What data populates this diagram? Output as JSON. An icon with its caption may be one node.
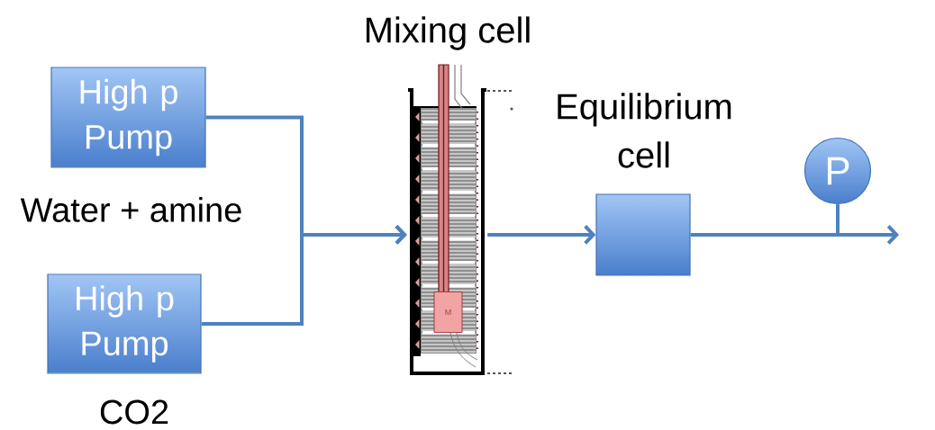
{
  "diagram": {
    "nodes": [
      {
        "text": [
          "High p Pump"
        ],
        "beside": [
          "Water + amine"
        ]
      },
      {
        "text": [
          "High p Pump"
        ],
        "beside": [
          "CO2"
        ]
      },
      {
        "text": [
          "Mixing cell"
        ]
      },
      {
        "text": [
          "Equilibrium cell"
        ]
      },
      {
        "text": [
          "P"
        ]
      }
    ],
    "edges": [
      {
        "from": 0,
        "to": 2,
        "arrow": "to"
      },
      {
        "from": 1,
        "to": 2,
        "arrow": "to"
      },
      {
        "from": 2,
        "to": 3,
        "arrow": "to"
      },
      {
        "from": 3,
        "to": null,
        "arrow": "to"
      },
      {
        "from": 4,
        "to": null,
        "arrow": "none"
      }
    ],
    "labels": [
      "M"
    ]
  }
}
